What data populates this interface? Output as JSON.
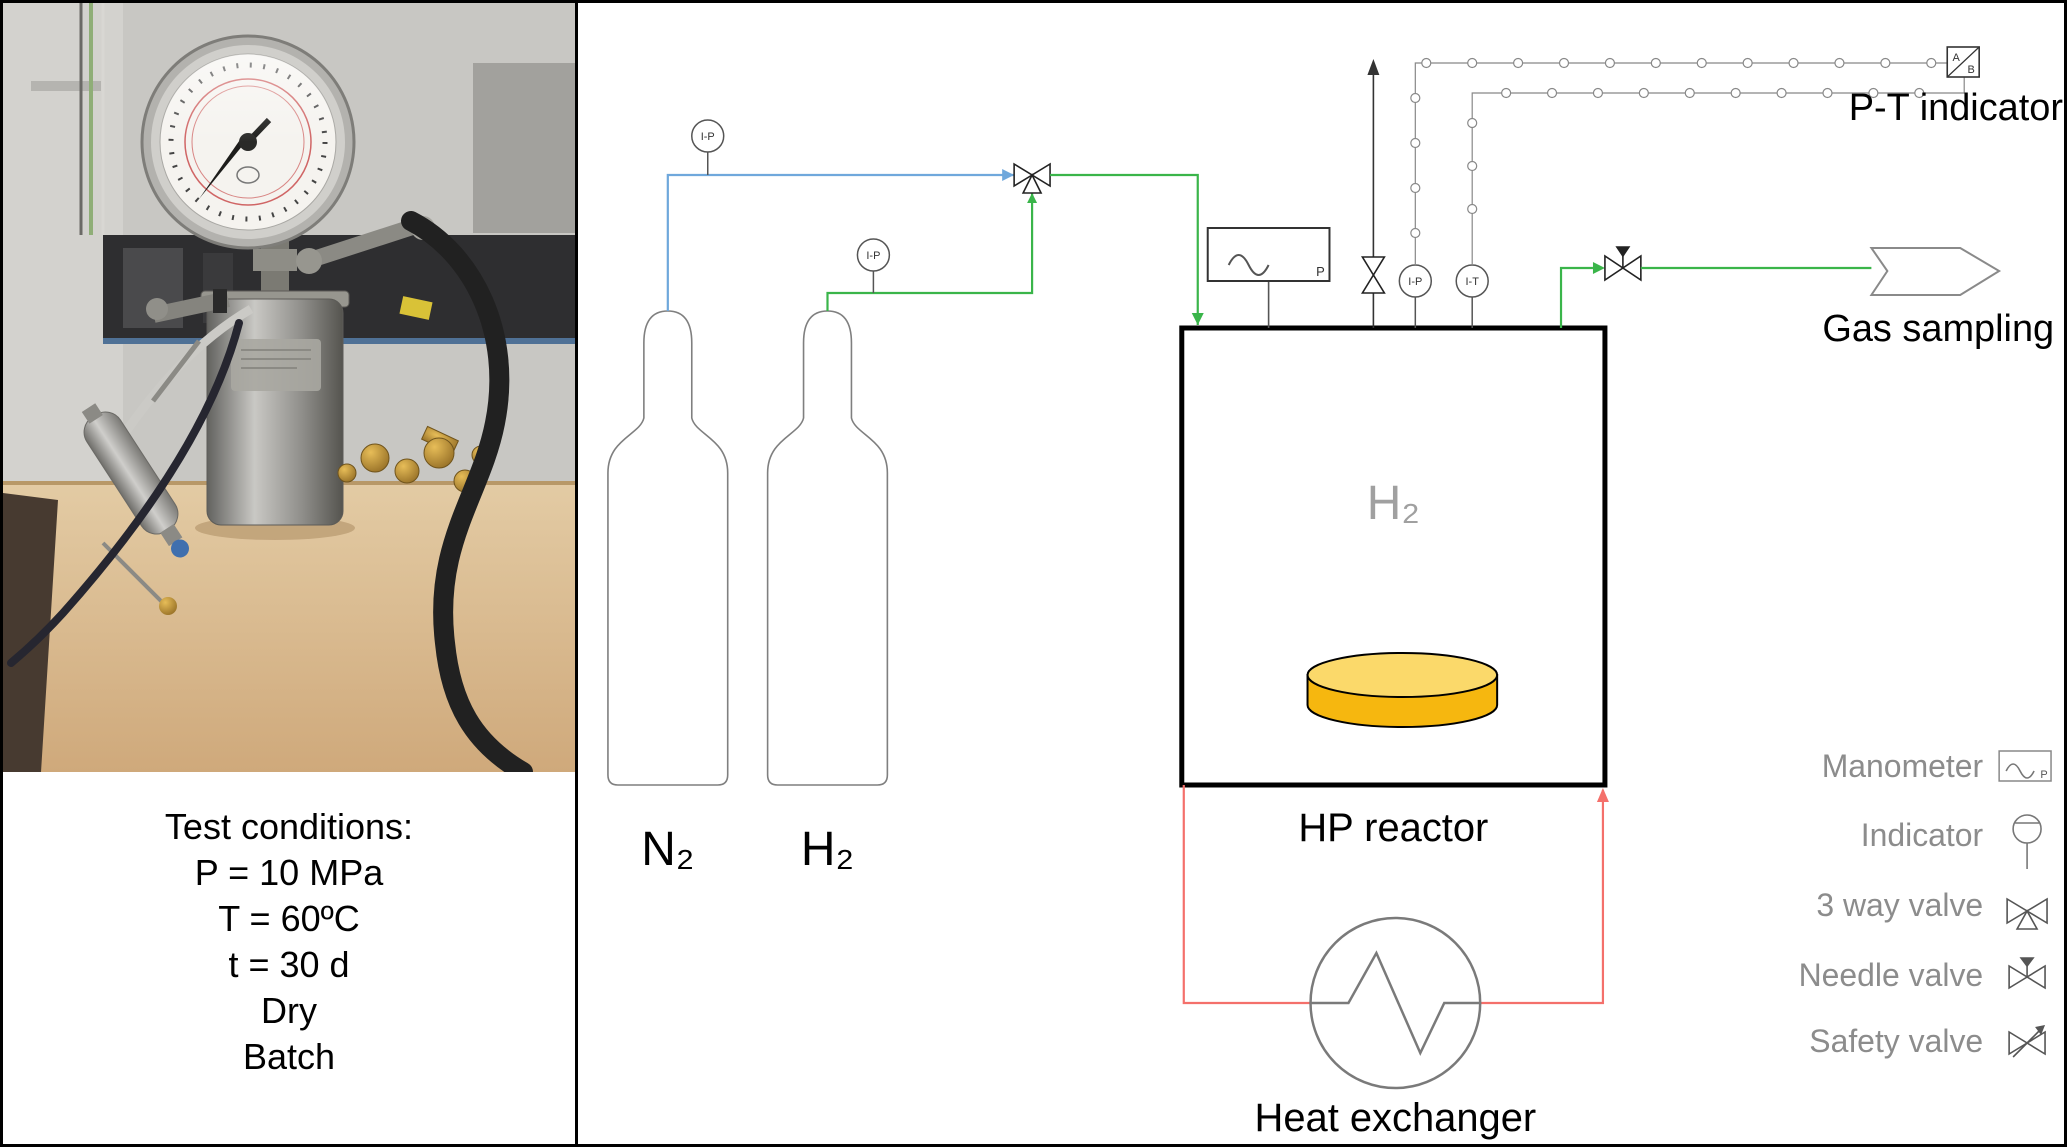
{
  "left_panel": {
    "test_conditions": {
      "title": "Test conditions:",
      "lines": [
        "P = 10 MPa",
        "T = 60ºC",
        "t = 30 d",
        "Dry",
        "Batch"
      ]
    }
  },
  "diagram": {
    "cylinders": [
      {
        "label": "N₂"
      },
      {
        "label": "H₂"
      }
    ],
    "tags": {
      "n2_indicator": "I-P",
      "h2_indicator": "I-P",
      "reactor_pressure": "I-P",
      "reactor_temperature": "I-T"
    },
    "manometer_tag": "P",
    "reactor": {
      "gas": "H₂",
      "caption": "HP reactor"
    },
    "pt_indicator": {
      "caption": "P-T indicator",
      "a": "A",
      "b": "B"
    },
    "gas_sampling": "Gas sampling",
    "heat_exchanger": "Heat exchanger",
    "legend": {
      "items": [
        "Manometer",
        "Indicator",
        "3 way valve",
        "Needle valve",
        "Safety valve"
      ],
      "manometer_tag": "P"
    },
    "colors": {
      "n2_line": "#6fa8dc",
      "h2_line": "#3ab54a",
      "heating_line": "#f4706b",
      "sample_side": "#f6b70f",
      "sample_top": "#fbd96a"
    }
  }
}
